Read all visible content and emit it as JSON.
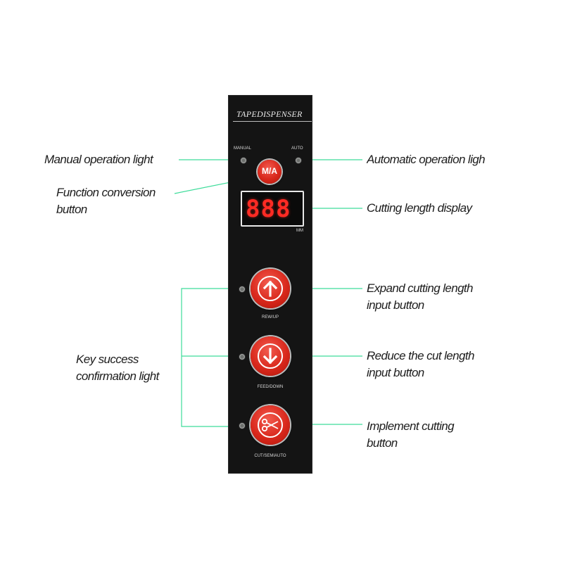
{
  "panel": {
    "title": "TAPEDISPENSER",
    "manual_label": "MANUAL",
    "auto_label": "AUTO",
    "ma_button": "M/A",
    "display_digits": "888",
    "unit": "MM",
    "up_label": "REW/UP",
    "down_label": "FEED/DOWN",
    "cut_label": "CUT/SEMIAUTO"
  },
  "callouts": {
    "manual_light": "Manual operation light",
    "function_button_line1": "Function conversion",
    "function_button_line2": "button",
    "auto_light": "Automatic operation ligh",
    "display": "Cutting length display",
    "expand_line1": "Expand cutting length",
    "expand_line2": "input button",
    "key_success_line1": "Key success",
    "key_success_line2": "confirmation light",
    "reduce_line1": "Reduce the cut length",
    "reduce_line2": "input button",
    "cut_line1": "Implement cutting",
    "cut_line2": "button"
  },
  "colors": {
    "leader": "#3ddc9a",
    "button_red": "#d9281c",
    "panel": "#141414",
    "digits": "#ff2b24"
  }
}
